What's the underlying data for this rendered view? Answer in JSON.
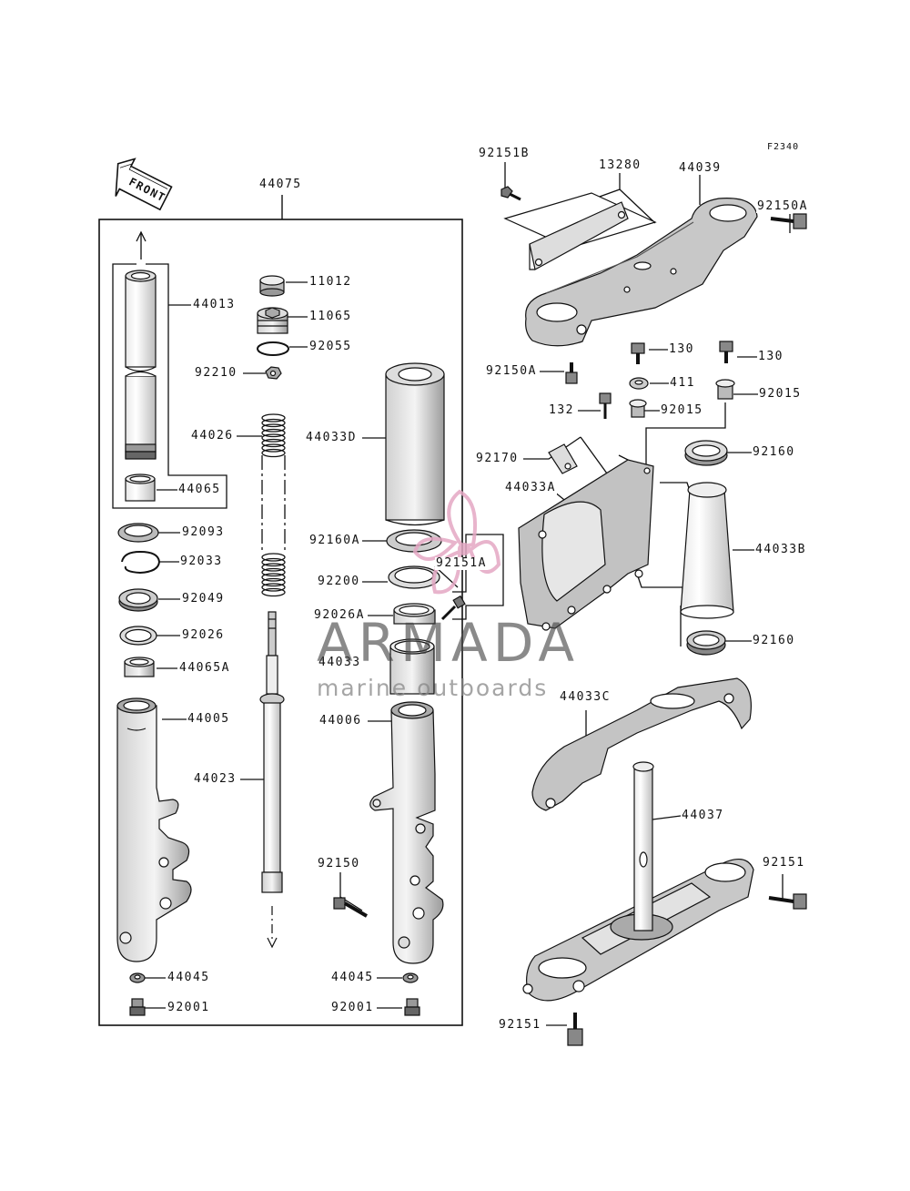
{
  "figure": {
    "code": "F2340",
    "front_label": "FRONT"
  },
  "watermark": {
    "title": "ARMADA",
    "subtitle": "marine outboards",
    "colors": {
      "title": "#444444",
      "subtitle": "#888888",
      "logo": "#e4a8c4"
    }
  },
  "labels": {
    "p44075": "44075",
    "p44013": "44013",
    "p44065": "44065",
    "p92093": "92093",
    "p92033": "92033",
    "p92049": "92049",
    "p92026": "92026",
    "p44065A": "44065A",
    "p44005": "44005",
    "p44045_left": "44045",
    "p92001_left": "92001",
    "p11012": "11012",
    "p11065": "11065",
    "p92055": "92055",
    "p92210": "92210",
    "p44026": "44026",
    "p44023": "44023",
    "p44033D": "44033D",
    "p92160A": "92160A",
    "p92200": "92200",
    "p92151A": "92151A",
    "p92026A": "92026A",
    "p44033": "44033",
    "p44006": "44006",
    "p92150": "92150",
    "p44045_right": "44045",
    "p92001_right": "92001",
    "p92151B": "92151B",
    "p13280": "13280",
    "p44039": "44039",
    "p92150A_top": "92150A",
    "p92150A_left": "92150A",
    "p130_a": "130",
    "p130_b": "130",
    "p411": "411",
    "p132": "132",
    "p92015_a": "92015",
    "p92015_b": "92015",
    "p92170": "92170",
    "p92160_top": "92160",
    "p44033A": "44033A",
    "p44033B": "44033B",
    "p92160_bottom": "92160",
    "p44033C": "44033C",
    "p44037": "44037",
    "p92151_right": "92151",
    "p92151_bottom": "92151"
  }
}
